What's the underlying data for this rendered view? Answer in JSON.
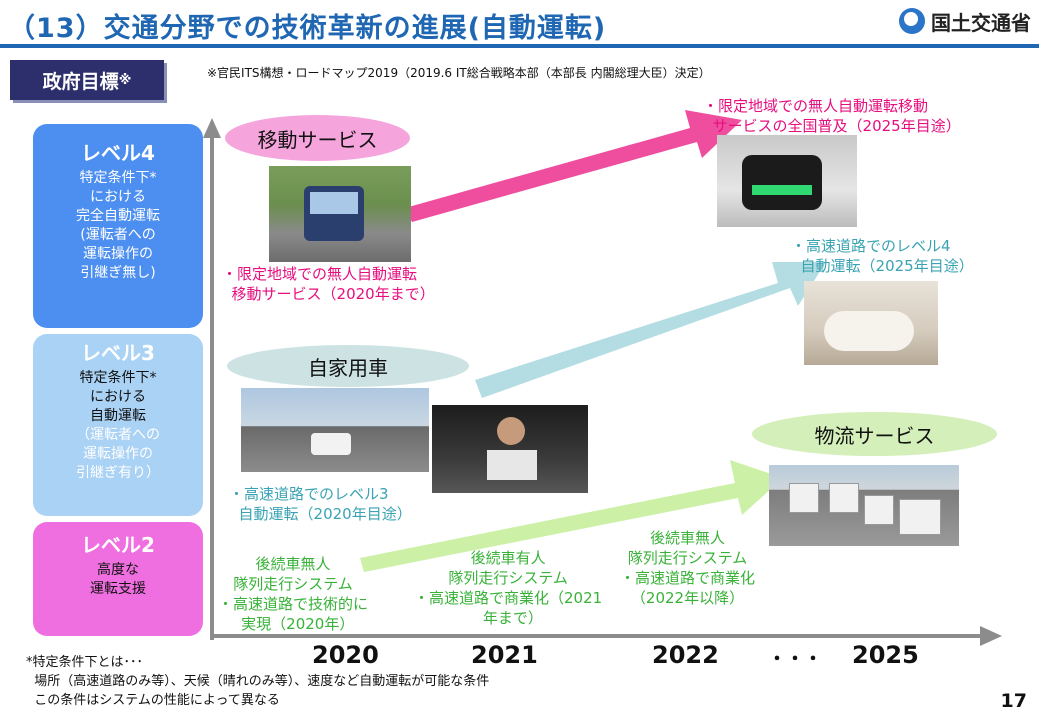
{
  "header": {
    "title": "（13）交通分野での技術革新の進展(自動運転)",
    "ministry": "国土交通省"
  },
  "gov_target": {
    "label": "政府目標",
    "mark": "※"
  },
  "note": "※官民ITS構想・ロードマップ2019（2019.6 IT総合戦略本部（本部長 内閣総理大臣）決定）",
  "levels": [
    {
      "title": "レベル4",
      "body": [
        "特定条件下*",
        "における",
        "完全自動運転"
      ],
      "sub": [
        "(運転者への",
        "運転操作の",
        "引継ぎ無し)"
      ]
    },
    {
      "title": "レベル3",
      "body": [
        "特定条件下*",
        "における",
        "自動運転"
      ],
      "sub": [
        "（運転者への",
        "運転操作の",
        "引継ぎ有り）"
      ]
    },
    {
      "title": "レベル2",
      "body": [
        "高度な",
        "運転支援"
      ],
      "sub": []
    }
  ],
  "services": {
    "mobility": "移動サービス",
    "private": "自家用車",
    "logistics": "物流サービス"
  },
  "labels": {
    "mobility_2020": "・限定地域での無人自動運転\n  移動サービス（2020年まで）",
    "mobility_2025": "・限定地域での無人自動運転移動\n  サービスの全国普及（2025年目途）",
    "private_2020": "・高速道路でのレベル3\n  自動運転（2020年目途）",
    "private_2025": "・高速道路でのレベル4\n  自動運転（2025年目途）",
    "logi_2020": "後続車無人\n隊列走行システム\n・高速道路で技術的に\n  実現（2020年）",
    "logi_2021": "後続車有人\n隊列走行システム\n・高速道路で商業化（2021\n  年まで）",
    "logi_2022": "後続車無人\n隊列走行システム\n・高速道路で商業化\n（2022年以降）"
  },
  "years": [
    "2020",
    "2021",
    "2022",
    "・・・",
    "2025"
  ],
  "footnote": "*特定条件下とは･･･\n  場所（高速道路のみ等）、天候（晴れのみ等）、速度など自動運転が可能な条件\n  この条件はシステムの性能によって異なる",
  "page_number": "17",
  "colors": {
    "title_blue": "#1f66b3",
    "level4": "#4d8ff0",
    "level3": "#a9d2f5",
    "level2": "#ef6fe0",
    "pink_text": "#e60d7f",
    "teal_text": "#3aa3b3",
    "green_text": "#38b238"
  }
}
